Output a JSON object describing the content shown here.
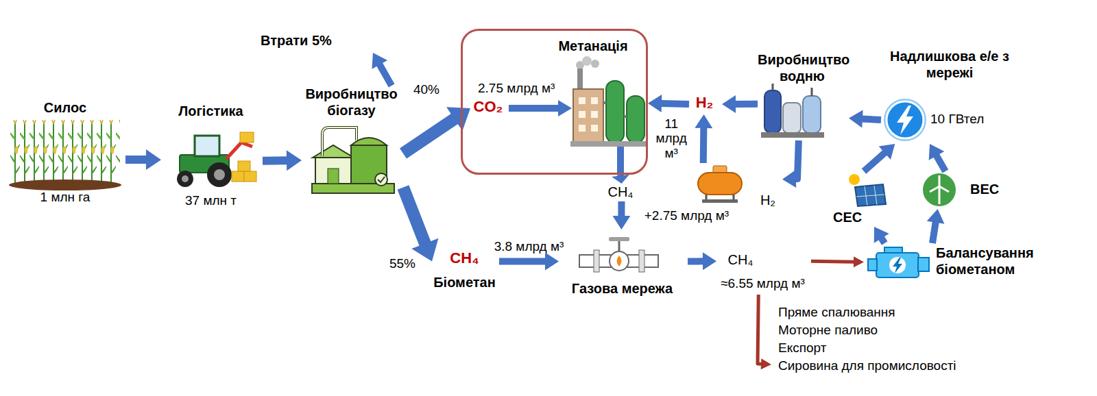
{
  "diagram": {
    "nodes": [
      {
        "text": [
          "Силос",
          "1 млн га"
        ]
      },
      {
        "text": [
          "Логістика",
          "37 млн т"
        ]
      },
      {
        "text": [
          "Виробництво біогазу"
        ]
      },
      {
        "text": [
          "Втрати 5%"
        ]
      },
      {
        "text": [
          "Метанація"
        ]
      },
      {
        "text": [
          "CO₂"
        ],
        "in": 4
      },
      {
        "text": [
          "H₂"
        ]
      },
      {
        "text": [
          "Виробництво водню"
        ]
      },
      {
        "text": [
          "Надлишкова е/е з мережі",
          "10 ГВтел"
        ]
      },
      {
        "text": [
          "H₂"
        ]
      },
      {
        "text": [
          "СЕС"
        ]
      },
      {
        "text": [
          "ВЕС"
        ]
      },
      {
        "text": [
          "Балансування біометаном"
        ]
      },
      {
        "text": [
          "CH₄"
        ]
      },
      {
        "text": [
          "CH₄",
          "Біометан"
        ]
      },
      {
        "text": [
          "Газова мережа"
        ]
      },
      {
        "text": [
          "CH₄",
          "≈6.55 млрд м³"
        ]
      },
      {
        "text": [
          "Пряме спалювання",
          "Моторне паливо",
          "Експорт",
          "Сировина для промисловості"
        ]
      }
    ],
    "edges": [
      {
        "from": 0,
        "to": 1,
        "arrow": "to"
      },
      {
        "from": 1,
        "to": 2,
        "arrow": "to"
      },
      {
        "from": 2,
        "to": 3,
        "arrow": "to"
      },
      {
        "from": 2,
        "to": 5,
        "label": "40%",
        "arrow": "to"
      },
      {
        "from": 2,
        "to": 14,
        "label": "55%",
        "arrow": "to"
      },
      {
        "from": 6,
        "to": 4,
        "arrow": "to"
      },
      {
        "from": 7,
        "to": 6,
        "arrow": "to"
      },
      {
        "from": 7,
        "to": 9,
        "arrow": "to"
      },
      {
        "from": 9,
        "to": 6,
        "label": "11 млрд м³",
        "arrow": "to"
      },
      {
        "from": 8,
        "to": 7,
        "arrow": "to"
      },
      {
        "from": 4,
        "to": 13,
        "arrow": "to"
      },
      {
        "from": 13,
        "to": 15,
        "label": "+2.75 млрд м³",
        "arrow": "to"
      },
      {
        "from": 14,
        "to": 15,
        "label": "3.8 млрд м³",
        "arrow": "to"
      },
      {
        "from": 15,
        "to": 16,
        "arrow": "to"
      },
      {
        "from": 16,
        "to": 12,
        "arrow": "to"
      },
      {
        "from": 16,
        "to": 17,
        "arrow": "to"
      },
      {
        "from": 12,
        "to": 10,
        "arrow": "to"
      },
      {
        "from": 12,
        "to": 11,
        "arrow": "to"
      },
      {
        "from": 10,
        "to": 8,
        "arrow": "to"
      },
      {
        "from": 11,
        "to": 8,
        "arrow": "to"
      }
    ],
    "labels": [
      "2.75 млрд м³"
    ]
  }
}
